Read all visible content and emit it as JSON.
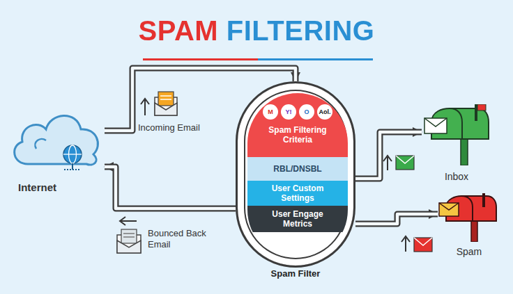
{
  "diagram": {
    "title": "SPAM FILTERING",
    "nodes": [
      {
        "text": [
          "Internet"
        ]
      },
      {
        "text": [
          "Spam Filter"
        ]
      },
      {
        "text": [
          "Spam Filtering Criteria"
        ],
        "in": 1
      },
      {
        "text": [
          "RBL/DNSBL"
        ],
        "in": 1
      },
      {
        "text": [
          "User Custom Settings"
        ],
        "in": 1
      },
      {
        "text": [
          "User Engage Metrics"
        ],
        "in": 1
      },
      {
        "text": [
          "Inbox"
        ]
      },
      {
        "text": [
          "Spam"
        ]
      }
    ],
    "edges": [
      {
        "from": 0,
        "to": 1,
        "label": "Incoming Email",
        "arrow": "to"
      },
      {
        "from": 1,
        "to": 6,
        "arrow": "to"
      },
      {
        "from": 1,
        "to": 7,
        "arrow": "to"
      },
      {
        "from": 1,
        "to": 0,
        "label": "Bounced Back Email",
        "arrow": "to"
      }
    ],
    "labels": [
      "M",
      "Y!",
      "O",
      "Aol."
    ]
  }
}
